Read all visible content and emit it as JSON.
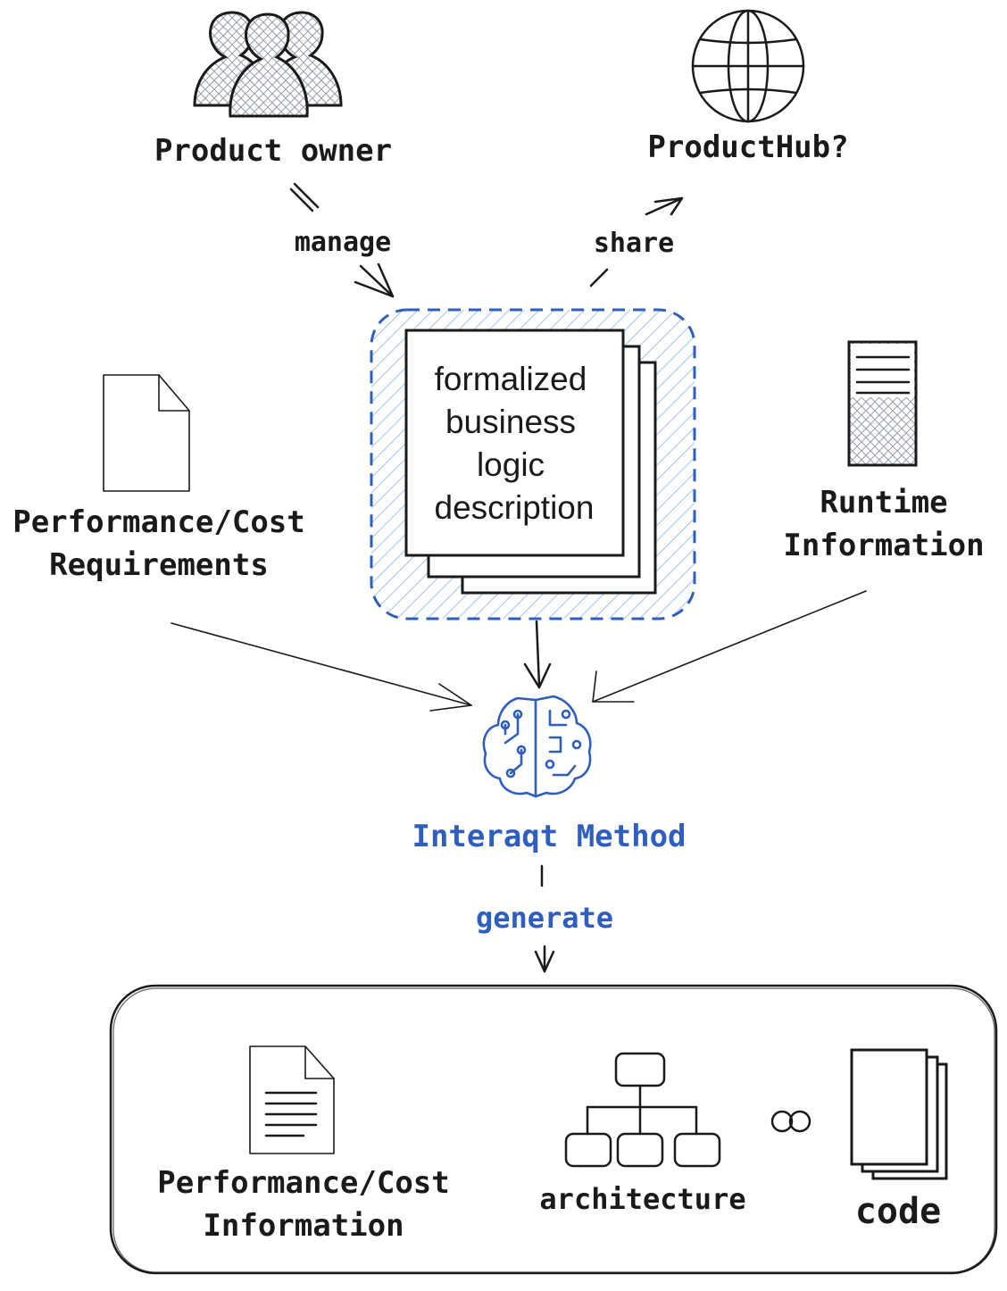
{
  "nodes": {
    "product_owner": "Product owner",
    "producthub": "ProductHub?",
    "perf_cost_requirements": [
      "Performance/Cost",
      "Requirements"
    ],
    "business_logic": [
      "formalized",
      "business",
      "logic",
      "description"
    ],
    "runtime_information": [
      "Runtime",
      "Information"
    ],
    "interaqt_method": "Interaqt Method",
    "perf_cost_information": [
      "Performance/Cost",
      "Information"
    ],
    "architecture": "architecture",
    "code": "code"
  },
  "edges": {
    "manage": "manage",
    "share": "share",
    "generate": "generate"
  },
  "colors": {
    "accent": "#2f5fbe",
    "hatch": "#a9c8ec",
    "ink": "#1a1a1a"
  },
  "icons": [
    "users-icon",
    "globe-icon",
    "file-icon",
    "server-icon",
    "stacked-documents-icon",
    "brain-circuit-icon",
    "document-lines-icon",
    "hierarchy-icon",
    "link-icon",
    "code-pages-icon"
  ]
}
